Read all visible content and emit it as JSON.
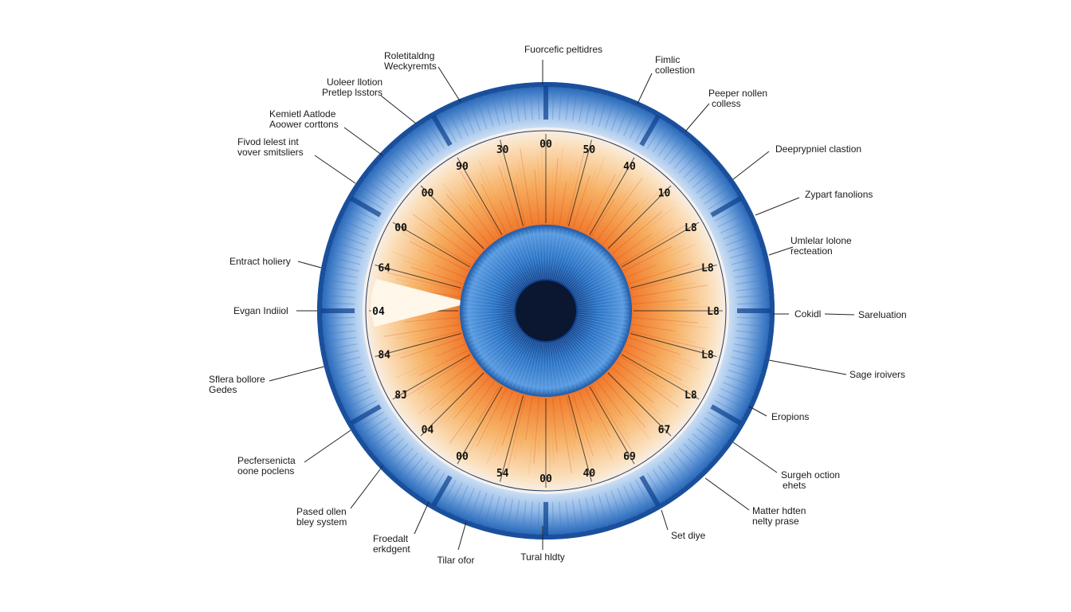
{
  "colors": {
    "outer_ring": "#1f57a8",
    "outer_ring_light": "#8fb7e6",
    "iris_orange": "#f6a24a",
    "iris_red": "#e4421c",
    "inner_iris": "#2b73c4",
    "pupil": "#0b1630",
    "leader": "#222222"
  },
  "ring_labels": [
    "00",
    "50",
    "40",
    "10",
    "L8",
    "L8",
    "L8",
    "L8",
    "L8",
    "67",
    "69",
    "40",
    "00",
    "54",
    "00",
    "04",
    "8J",
    "84",
    "04",
    "64",
    "00",
    "00",
    "90",
    "30"
  ],
  "callouts": [
    {
      "id": "c-top",
      "lines": [
        "Fuorcefic peltidres"
      ]
    },
    {
      "id": "c-tr1",
      "lines": [
        "Fimlic",
        "collestion"
      ]
    },
    {
      "id": "c-tr2",
      "lines": [
        "Peeper nollen",
        "colless"
      ]
    },
    {
      "id": "c-r1",
      "lines": [
        "Deeprypniel clastion"
      ]
    },
    {
      "id": "c-r2",
      "lines": [
        "Zypart fanolions"
      ]
    },
    {
      "id": "c-r3",
      "lines": [
        "Umlelar lolone",
        "recteation"
      ]
    },
    {
      "id": "c-r4a",
      "lines": [
        "Cokidl"
      ]
    },
    {
      "id": "c-r4b",
      "lines": [
        "Sareluation"
      ]
    },
    {
      "id": "c-r5",
      "lines": [
        "Sage iroivers"
      ]
    },
    {
      "id": "c-r6",
      "lines": [
        "Eropions"
      ]
    },
    {
      "id": "c-r7",
      "lines": [
        "Surgeh oction",
        "ehets"
      ]
    },
    {
      "id": "c-r8",
      "lines": [
        "Matter hdten",
        "nelty prase"
      ]
    },
    {
      "id": "c-r9",
      "lines": [
        "Set diye"
      ]
    },
    {
      "id": "c-b1",
      "lines": [
        "Tural hldty"
      ]
    },
    {
      "id": "c-b2",
      "lines": [
        "Tilar ofor"
      ]
    },
    {
      "id": "c-b3",
      "lines": [
        "Froedalt",
        "erkdgent"
      ]
    },
    {
      "id": "c-l1",
      "lines": [
        "Pased ollen",
        "bley system"
      ]
    },
    {
      "id": "c-l2",
      "lines": [
        "Pecfersenicta",
        "oone poclens"
      ]
    },
    {
      "id": "c-l3",
      "lines": [
        "Sflera bollore",
        "Gedes"
      ]
    },
    {
      "id": "c-l4",
      "lines": [
        "Evgan Indiiol"
      ]
    },
    {
      "id": "c-l5",
      "lines": [
        "Entract holiery"
      ]
    },
    {
      "id": "c-l6",
      "lines": [
        "Fivod lelest int",
        "vover smitsliers"
      ]
    },
    {
      "id": "c-l7",
      "lines": [
        "Kemietl Aatlode",
        "Aoower corttons"
      ]
    },
    {
      "id": "c-l8",
      "lines": [
        "Uoleer llotion",
        "Pretlep lsstors"
      ]
    },
    {
      "id": "c-l9",
      "lines": [
        "Roletitaldng",
        "Weckyremts"
      ]
    }
  ]
}
